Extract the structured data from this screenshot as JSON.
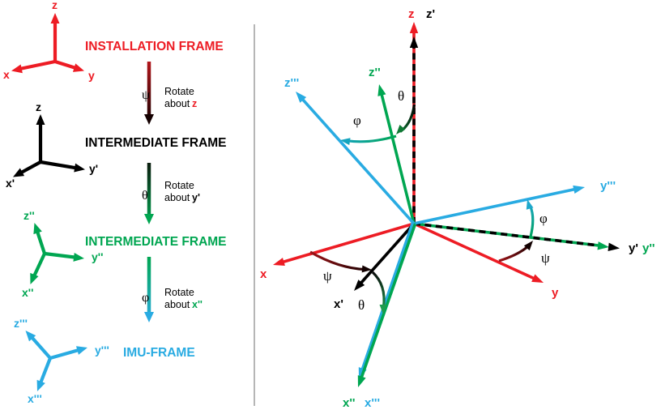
{
  "colors": {
    "red": "#ED1C24",
    "green": "#00A651",
    "cyan": "#29ABE2",
    "black": "#000000",
    "divider": "#9e9e9e"
  },
  "left": {
    "titles": {
      "installation": "INSTALLATION FRAME",
      "intermediate1": "INTERMEDIATE FRAME",
      "intermediate2": "INTERMEDIATE FRAME",
      "imu": "IMU-FRAME"
    },
    "f1": {
      "x": "x",
      "y": "y",
      "z": "z"
    },
    "f2": {
      "x": "x'",
      "y": "y'",
      "z": "z"
    },
    "f3": {
      "x": "x''",
      "y": "y''",
      "z": "z''"
    },
    "f4": {
      "x": "x'''",
      "y": "y'''",
      "z": "z'''"
    },
    "rot1": {
      "symbol": "ψ",
      "line1": "Rotate",
      "line2": "about",
      "axis": "z"
    },
    "rot2": {
      "symbol": "θ",
      "line1": "Rotate",
      "line2": "about",
      "axis": "y'"
    },
    "rot3": {
      "symbol": "φ",
      "line1": "Rotate",
      "line2": "about",
      "axis": "x''"
    }
  },
  "right": {
    "z": "z",
    "z1": "z'",
    "z2": "z''",
    "z3": "z'''",
    "y": "y",
    "y1": "y'",
    "y2": "y''",
    "y3": "y'''",
    "x": "x",
    "x1": "x'",
    "x2": "x''",
    "x3": "x'''",
    "theta_top": "θ",
    "phi_left": "φ",
    "psi_left": "ψ",
    "theta_bottom": "θ",
    "psi_right": "ψ",
    "phi_right": "φ"
  }
}
